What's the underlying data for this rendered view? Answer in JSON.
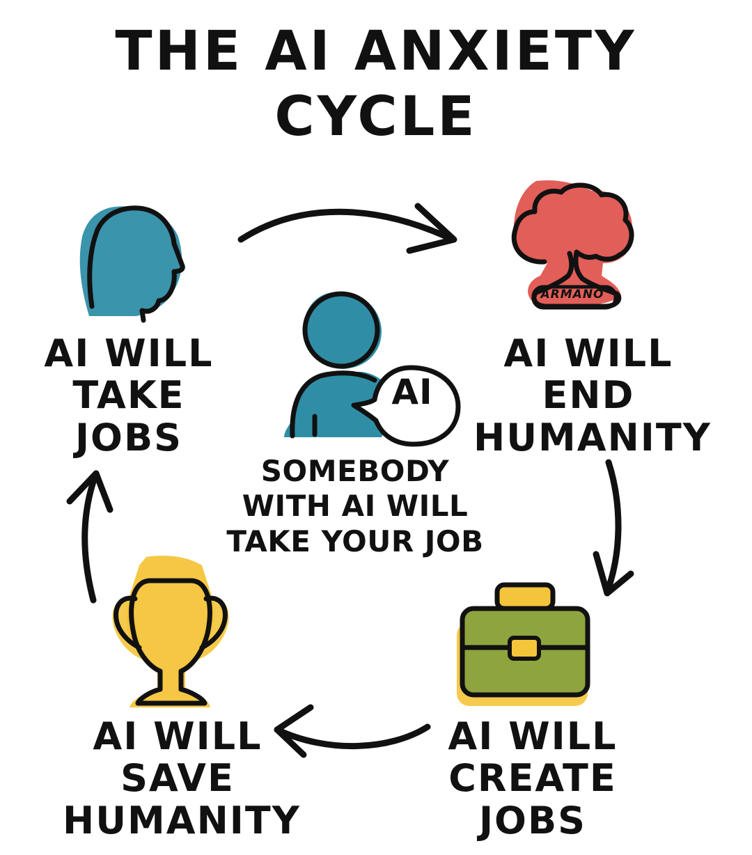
{
  "title": {
    "line1": "THE AI ANXIETY",
    "line2": "CYCLE"
  },
  "nodes": {
    "take_jobs": {
      "line1": "AI WILL",
      "line2": "TAKE",
      "line3": "JOBS",
      "icon": "head-icon"
    },
    "end_humanity": {
      "line1": "AI WILL",
      "line2": "END",
      "line3": "HUMANITY",
      "icon": "mushroom-cloud-icon"
    },
    "create_jobs": {
      "line1": "AI WILL",
      "line2": "CREATE",
      "line3": "JOBS",
      "icon": "briefcase-icon"
    },
    "save_humanity": {
      "line1": "AI WILL",
      "line2": "SAVE",
      "line3": "HUMANITY",
      "icon": "trophy-icon"
    }
  },
  "center": {
    "line1": "SOMEBODY",
    "line2": "WITH AI WILL",
    "line3": "TAKE YOUR JOB",
    "bubble": "AI",
    "icon": "person-with-speech-bubble-icon"
  },
  "signature": "ARMANO",
  "colors": {
    "blue": "#2f8ea6",
    "red": "#e0504a",
    "yellow": "#f4c43a",
    "olive": "#8ea43e",
    "ink": "#111111"
  }
}
